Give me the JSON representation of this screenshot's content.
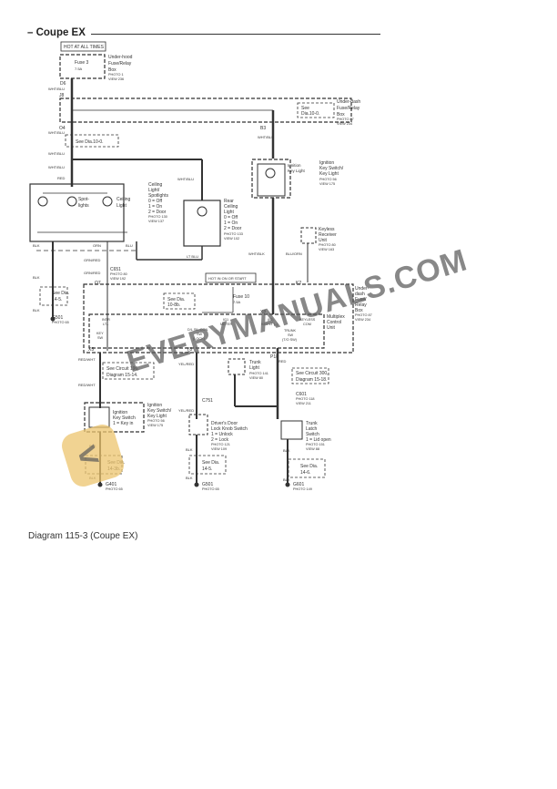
{
  "header": {
    "title": "– Coupe EX"
  },
  "caption": "Diagram 115-3 (Coupe EX)",
  "watermark": {
    "text": "EVERYMANUALS.COM",
    "badge_glyph": "<"
  },
  "diagram": {
    "power_labels": {
      "hot_at_all_times": "HOT AT ALL TIMES",
      "hot_in_on_or_start": "HOT IN ON OR START"
    },
    "underhood_box": {
      "fuse": "Fuse 3",
      "rating": "7.5A",
      "name_line1": "Under-hood",
      "name_line2": "Fuse/Relay",
      "name_line3": "Box",
      "photo": "PHOTO 1",
      "view": "VIEW 236"
    },
    "underdash_box_top": {
      "see": "See",
      "dia": "Dia.10-0.",
      "name_line1": "Under-dash",
      "name_line2": "Fuse/Relay",
      "name_line3": "Box",
      "photo": "PHOTO 87",
      "view": "VIEW 234"
    },
    "connectors": {
      "d6": "D6",
      "j8": "J8",
      "o4": "O4",
      "b3": "B3",
      "o7": "O7",
      "k2": "K2",
      "x8": "X8",
      "x5": "X5",
      "y8": "Y8",
      "p18": "P18",
      "c651": "C651",
      "c751": "C751",
      "c601": "C601"
    },
    "wires": {
      "wht_blu": "WHT/BLU",
      "red": "RED",
      "blk": "BLK",
      "orn": "ORN",
      "blu": "BLU",
      "grn_red": "GRN/RED",
      "lt_blu": "LT BLU",
      "wht_blk": "WHT/BLK",
      "blu_orn": "BLU/ORN",
      "red_wht": "RED/WHT",
      "yel_red": "YEL/RED"
    },
    "see_dia_10_0": "See Dia.10-0.",
    "ceiling_light": {
      "spot": "Spot-",
      "spot2": "lights",
      "ceiling": "Ceiling",
      "light": "Light",
      "name1": "Ceiling",
      "name2": "Light/",
      "name3": "Spotlights",
      "s0": "0 = Off",
      "s1": "1 = On",
      "s2": "2 = Door",
      "photo": "PHOTO 130",
      "view": "VIEW 137"
    },
    "rear_ceiling_light": {
      "name1": "Rear",
      "name2": "Ceiling",
      "name3": "Light",
      "s0": "0 = Off",
      "s1": "1 = On",
      "s2": "2 = Door",
      "photo": "PHOTO 133",
      "view": "VIEW 102"
    },
    "ignition_key_light": {
      "inner1": "Ignition",
      "inner2": "Key Light",
      "name1": "Ignition",
      "name2": "Key Switch/",
      "name3": "Key Light",
      "photo": "PHOTO 56",
      "view": "VIEW 175"
    },
    "keyless_receiver": {
      "name1": "Keyless",
      "name2": "Receiver",
      "name3": "Unit",
      "photo": "PHOTO 80",
      "view": "VIEW 163"
    },
    "c651_photo": "PHOTO 80",
    "c651_view": "VIEW 192",
    "g501_left": {
      "label": "G501",
      "photo": "PHOTO 65",
      "see": "See Dia.",
      "dia": "14-5."
    },
    "underdash_box_mid": {
      "fuse": "Fuse 10",
      "rating": "7.5A",
      "see": "See Dia.",
      "dia": "10-8b.",
      "name1": "Under-",
      "name2": "dash",
      "name3": "Fuse/",
      "name4": "Relay",
      "name5": "Box",
      "photo": "PHOTO 87",
      "view": "VIEW 234"
    },
    "mcu": {
      "name1": "Multiplex",
      "name2": "Control",
      "name3": "Unit",
      "intr": "INTR",
      "lt": "LT–",
      "igi": "IG1",
      "meter": "METER",
      "ig": "(IG)",
      "keylt": "KEY LT (–)",
      "keyless": "KEYLESS",
      "com": "COM",
      "key": "KEY",
      "sw": "SW",
      "dl": "D/L SIL-CON",
      "sw2": "SW",
      "lock": "(LOCK)",
      "trunk": "TRUNK",
      "sw3": "SW",
      "tlo": "(T/O SW)"
    },
    "see_circuit_196": {
      "l1": "See Circuit 196,",
      "l2": "Diagram 15-14."
    },
    "see_circuit_300": {
      "l1": "See Circuit 300,",
      "l2": "Diagram 15-18."
    },
    "trunk_light": {
      "name1": "Trunk",
      "name2": "Light",
      "photo": "PHOTO 141",
      "view": "VIEW 80"
    },
    "c601_photo": "PHOTO 118",
    "c601_view": "VIEW 211",
    "ignition_key_switch": {
      "inner1": "Ignition",
      "inner2": "Key Switch",
      "inner3": "1 = Key in",
      "name1": "Ignition",
      "name2": "Key Switch/",
      "name3": "Key Light",
      "photo": "PHOTO 56",
      "view": "VIEW 175"
    },
    "door_lock_switch": {
      "name1": "Driver's Door",
      "name2": "Lock Knob Switch",
      "s1": "1 = Unlock",
      "s2": "2 = Lock",
      "photo": "PHOTO 121",
      "view": "VIEW 109"
    },
    "trunk_latch": {
      "name1": "Trunk",
      "name2": "Latch",
      "name3": "Switch",
      "s1": "1 = Lid open",
      "photo": "PHOTO 151",
      "view": "VIEW 88"
    },
    "g401": {
      "label": "G401",
      "photo": "PHOTO 65",
      "see": "See Dia.",
      "dia": "14-3b."
    },
    "g501_mid": {
      "label": "G501",
      "photo": "PHOTO 65",
      "see": "See Dia.",
      "dia": "14-5."
    },
    "g601": {
      "label": "G601",
      "photo": "PHOTO 149",
      "see": "See Dia.",
      "dia": "14-6."
    }
  }
}
